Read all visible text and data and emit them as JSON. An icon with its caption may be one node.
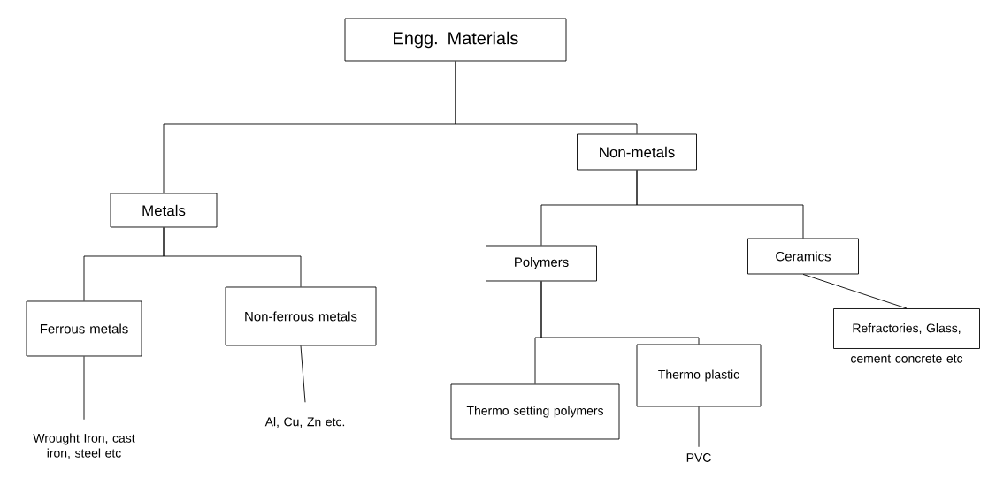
{
  "diagram": {
    "nodes": [
      {
        "text": [
          "Engg. Materials"
        ]
      },
      {
        "text": [
          "Metals"
        ]
      },
      {
        "text": [
          "Non-metals"
        ]
      },
      {
        "text": [
          "Ferrous metals"
        ]
      },
      {
        "text": [
          "Non-ferrous metals"
        ]
      },
      {
        "text": [
          "Polymers"
        ]
      },
      {
        "text": [
          "Ceramics"
        ]
      },
      {
        "text": [
          "Thermo setting polymers"
        ]
      },
      {
        "text": [
          "Thermo plastic"
        ]
      },
      {
        "text": [
          "Refractories, Glass,"
        ],
        "beside": [
          "cement concrete etc"
        ]
      },
      {
        "text": [
          "Wrought Iron, cast iron, steel etc"
        ]
      },
      {
        "text": [
          "Al, Cu, Zn etc."
        ]
      },
      {
        "text": [
          "PVC"
        ]
      }
    ],
    "edges": [
      {
        "from": 0,
        "to": 1,
        "arrow": "none"
      },
      {
        "from": 0,
        "to": 2,
        "arrow": "none"
      },
      {
        "from": 1,
        "to": 3,
        "arrow": "none"
      },
      {
        "from": 1,
        "to": 4,
        "arrow": "none"
      },
      {
        "from": 2,
        "to": 5,
        "arrow": "none"
      },
      {
        "from": 2,
        "to": 6,
        "arrow": "none"
      },
      {
        "from": 5,
        "to": 7,
        "arrow": "none"
      },
      {
        "from": 5,
        "to": 8,
        "arrow": "none"
      },
      {
        "from": 6,
        "to": 9,
        "arrow": "none"
      },
      {
        "from": 3,
        "to": 10,
        "arrow": "none"
      },
      {
        "from": 4,
        "to": 11,
        "arrow": "none"
      },
      {
        "from": 8,
        "to": 12,
        "arrow": "none"
      }
    ]
  }
}
